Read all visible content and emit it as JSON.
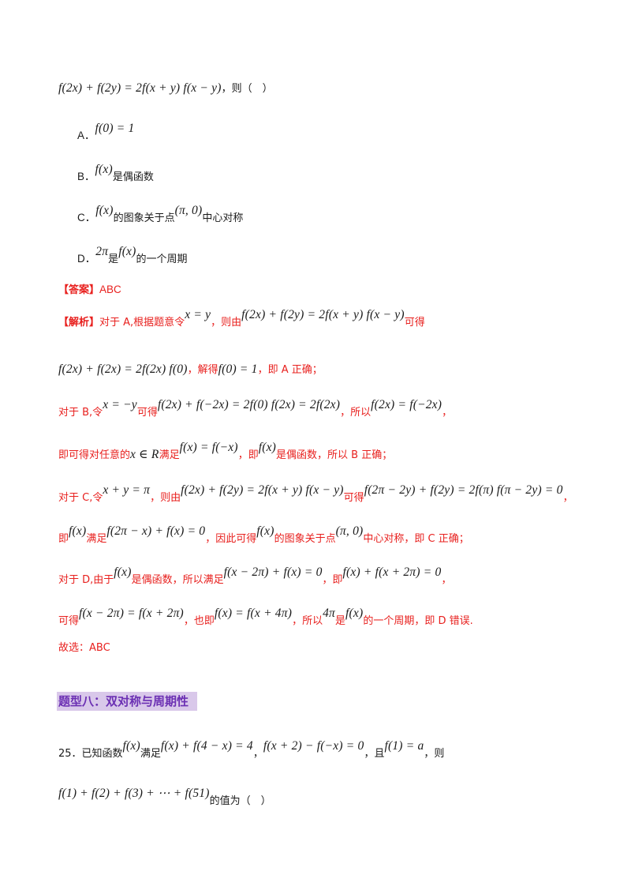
{
  "q24": {
    "stem_math": "f(2x) + f(2y) = 2f(x + y) f(x − y)",
    "stem_tail": "，则（　）",
    "options": [
      {
        "letter": "A．",
        "math": "f(0) = 1",
        "text": ""
      },
      {
        "letter": "B．",
        "math": "f(x)",
        "text": "是偶函数"
      },
      {
        "letter": "C．",
        "math": "f(x)",
        "text": "的图象关于点",
        "math2": "(π, 0)",
        "text2": "中心对称"
      },
      {
        "letter": "D．",
        "math": "2π",
        "text": "是",
        "math2": "f(x)",
        "text2": "的一个周期"
      }
    ],
    "answer_label": "【答案】",
    "answer_value": "ABC",
    "analysis_label": "【解析】",
    "analysis": {
      "l1_a": "对于 A,根据题意令",
      "l1_m1": "x = y",
      "l1_b": "，则由",
      "l1_m2": "f(2x) + f(2y) = 2f(x + y) f(x − y)",
      "l1_c": "可得",
      "l2_m1": "f(2x) + f(2x) = 2f(2x) f(0)",
      "l2_a": "，解得",
      "l2_m2": "f(0) = 1",
      "l2_b": "，即 A 正确；",
      "l3_a": "对于 B,令",
      "l3_m1": "x = −y",
      "l3_b": "可得",
      "l3_m2": "f(2x) + f(−2x) = 2f(0) f(2x) = 2f(2x)",
      "l3_c": "，所以",
      "l3_m3": "f(2x) = f(−2x)",
      "l3_d": "，",
      "l4_a": "即可得对任意的",
      "l4_m1": "x ∈ R",
      "l4_b": "满足",
      "l4_m2": "f(x) = f(−x)",
      "l4_c": "，即",
      "l4_m3": "f(x)",
      "l4_d": "是偶函数，所以 B 正确；",
      "l5_a": "对于 C,令",
      "l5_m1": "x + y = π",
      "l5_b": "，则由",
      "l5_m2": "f(2x) + f(2y) = 2f(x + y) f(x − y)",
      "l5_c": "可得",
      "l5_m3": "f(2π − 2y) + f(2y) = 2f(π) f(π − 2y) = 0",
      "l5_d": "，",
      "l6_a": "即",
      "l6_m1": "f(x)",
      "l6_b": "满足",
      "l6_m2": "f(2π − x) + f(x) = 0",
      "l6_c": "，因此可得",
      "l6_m3": "f(x)",
      "l6_d": "的图象关于点",
      "l6_m4": "(π, 0)",
      "l6_e": "中心对称，即 C 正确；",
      "l7_a": "对于 D,由于",
      "l7_m1": "f(x)",
      "l7_b": "是偶函数，所以满足",
      "l7_m2": "f(x − 2π) + f(x) = 0",
      "l7_c": "，即",
      "l7_m3": "f(x) + f(x + 2π) = 0",
      "l7_d": "，",
      "l8_a": "可得",
      "l8_m1": "f(x − 2π) = f(x + 2π)",
      "l8_b": "，也即",
      "l8_m2": "f(x) = f(x + 4π)",
      "l8_c": "，所以",
      "l8_m3": "4π",
      "l8_d": "是",
      "l8_m4": "f(x)",
      "l8_e": "的一个周期，即 D 错误.",
      "l9": "故选：ABC"
    }
  },
  "section_title": "题型八：双对称与周期性",
  "q25": {
    "num": "25．已知函数",
    "m1": "f(x)",
    "a": "满足",
    "m2": "f(x) + f(4 − x) = 4",
    "b": "，",
    "m3": "f(x + 2) − f(−x) = 0",
    "c": "，且",
    "m4": "f(1) = a",
    "d": "，则",
    "m5": "f(1) + f(2) + f(3) + ⋯ + f(51)",
    "e": "的值为（　）"
  }
}
